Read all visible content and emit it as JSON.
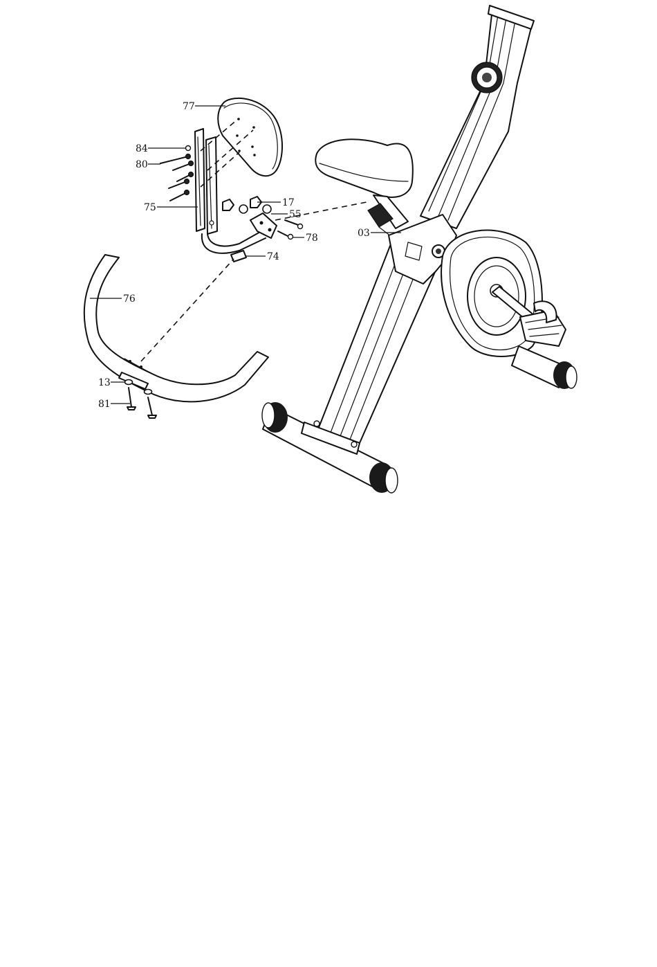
{
  "diagram": {
    "labels": {
      "p77": "77",
      "p84": "84",
      "p80": "80",
      "p75": "75",
      "p17": "17",
      "p55": "55",
      "p78": "78",
      "p74": "74",
      "p03": "03",
      "p76": "76",
      "p13": "13",
      "p81": "81"
    }
  }
}
